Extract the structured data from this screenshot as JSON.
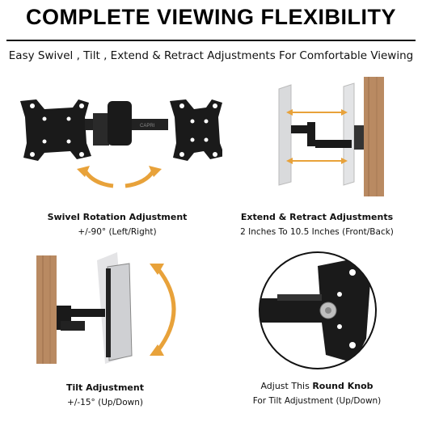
{
  "header": {
    "title": "COMPLETE VIEWING FLEXIBILITY",
    "subtitle": "Easy Swivel , Tilt , Extend & Retract Adjustments For Comfortable Viewing"
  },
  "panels": {
    "swivel": {
      "heading": "Swivel Rotation Adjustment",
      "detail": "+/-90° (Left/Right)",
      "brand_mark": "CAPRI"
    },
    "extend": {
      "heading": "Extend & Retract Adjustments",
      "detail": "2 Inches To 10.5 Inches (Front/Back)"
    },
    "tilt": {
      "heading": "Tilt Adjustment",
      "detail": "+/-15° (Up/Down)"
    },
    "knob": {
      "line1_pre": "Adjust This ",
      "line1_bold": "Round Knob",
      "line2": "For Tilt Adjustment (Up/Down)"
    }
  },
  "colors": {
    "arrow_orange": "#E8A23A",
    "wood": "#B98A62",
    "mount_black": "#1a1a1a",
    "screen_gray": "#D9DADC"
  }
}
